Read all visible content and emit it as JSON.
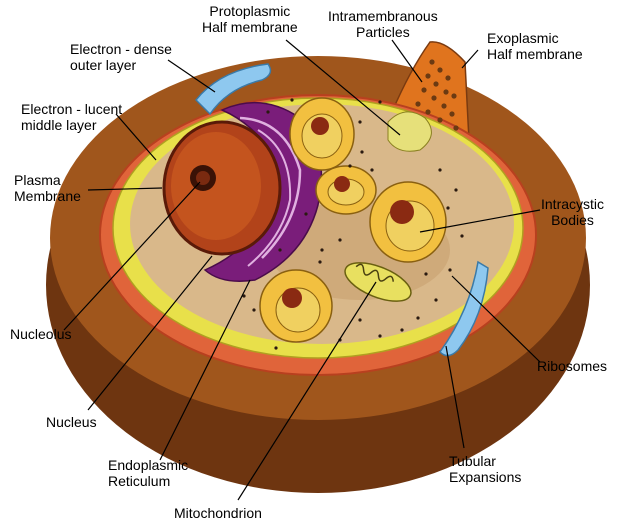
{
  "labels": {
    "protoplasmic": [
      "Protoplasmic",
      "Half membrane"
    ],
    "intramembranous": [
      "Intramembranous",
      "Particles"
    ],
    "exoplasmic": [
      "Exoplasmic",
      "Half membrane"
    ],
    "electron_dense": [
      "Electron - dense",
      "outer layer"
    ],
    "electron_lucent": [
      "Electron - lucent",
      "middle layer"
    ],
    "plasma_membrane": [
      "Plasma",
      "Membrane"
    ],
    "intracystic": [
      "Intracystic",
      "Bodies"
    ],
    "nucleolus": [
      "Nucleolus"
    ],
    "ribosomes": [
      "Ribosomes"
    ],
    "nucleus": [
      "Nucleus"
    ],
    "endoplasmic": [
      "Endoplasmic",
      "Reticulum"
    ],
    "tubular": [
      "Tubular",
      "Expansions"
    ],
    "mitochondrion": [
      "Mitochondrion"
    ]
  },
  "colors": {
    "outer_wall": "#a0561c",
    "outer_wall_dark": "#6e3510",
    "orange_layer": "#e0643a",
    "yellow_membrane": "#e8e04a",
    "cytoplasm": "#d9b88a",
    "nucleus": "#b2431a",
    "er": "#7a1d7a",
    "tubular": "#8ec8ef",
    "intracystic": "#f2c040",
    "mitochondrion": "#e8e060"
  }
}
